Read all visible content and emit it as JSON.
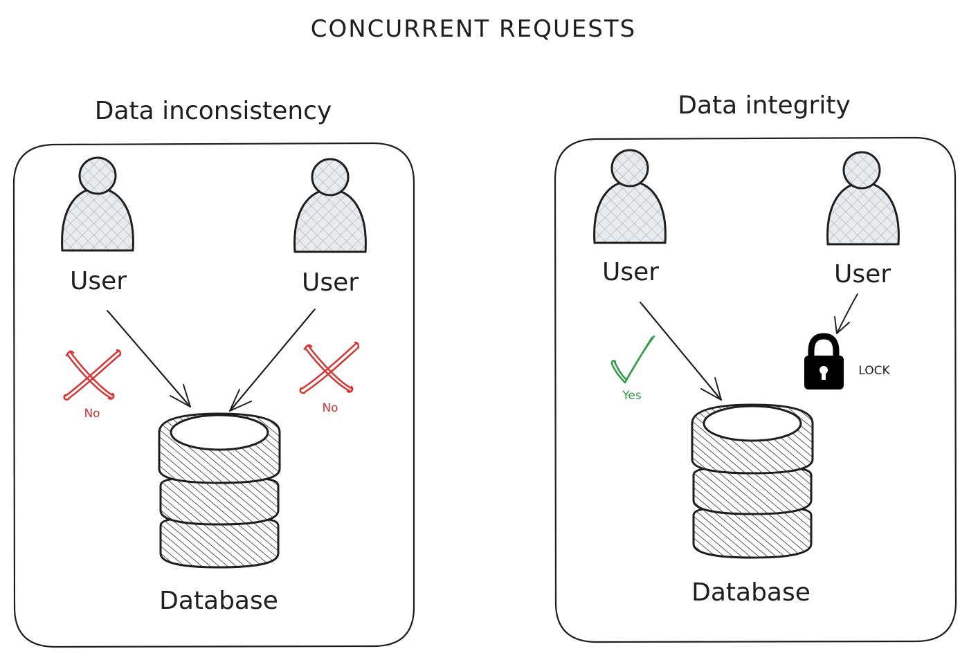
{
  "title": "CONCURRENT REQUESTS",
  "left_panel": {
    "title": "Data inconsistency",
    "users": [
      {
        "label": "User",
        "status": "No"
      },
      {
        "label": "User",
        "status": "No"
      }
    ],
    "database_label": "Database"
  },
  "right_panel": {
    "title": "Data integrity",
    "users": [
      {
        "label": "User",
        "status": "Yes"
      },
      {
        "label": "User",
        "status": "LOCK"
      }
    ],
    "database_label": "Database"
  },
  "colors": {
    "stroke": "#1e1e1e",
    "rejected": "#e03131",
    "accepted": "#2f9e44",
    "lock": "#000000"
  },
  "icons": [
    "user-icon",
    "database-icon",
    "cross-icon",
    "check-icon",
    "lock-icon"
  ]
}
